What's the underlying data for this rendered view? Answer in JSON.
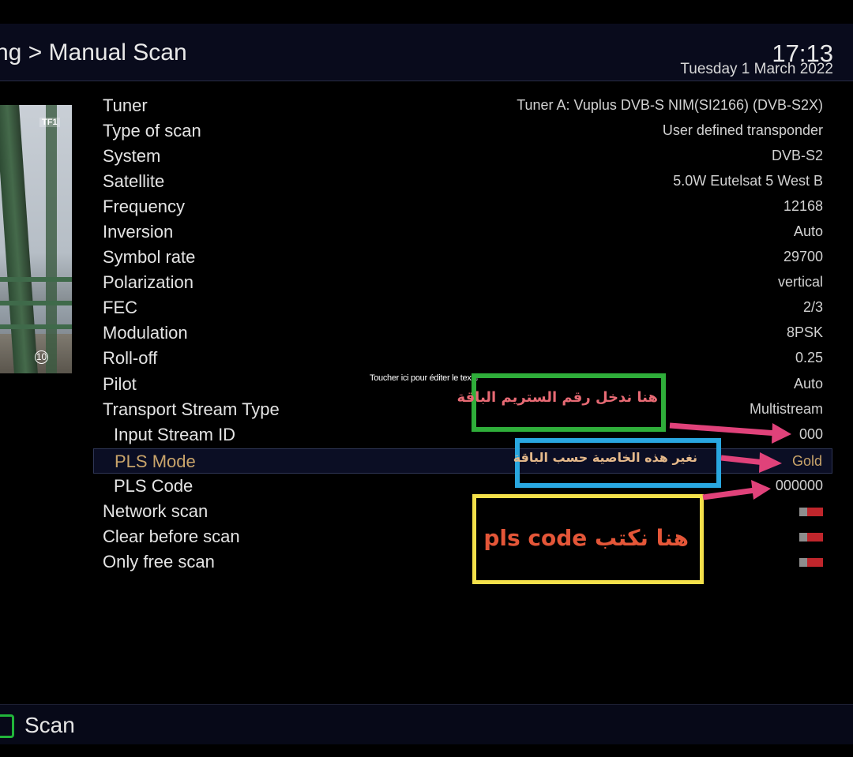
{
  "header": {
    "title": "ng > Manual Scan",
    "time": "17:13",
    "date": "Tuesday  1 March 2022"
  },
  "preview": {
    "channel_logo": "TF1",
    "age_rating": "10"
  },
  "settings": [
    {
      "label": "Tuner",
      "value": "Tuner A: Vuplus DVB-S NIM(SI2166) (DVB-S2X)"
    },
    {
      "label": "Type of scan",
      "value": "User defined transponder"
    },
    {
      "label": "System",
      "value": "DVB-S2"
    },
    {
      "label": "Satellite",
      "value": "5.0W Eutelsat 5 West B"
    },
    {
      "label": "Frequency",
      "value": "12168"
    },
    {
      "label": "Inversion",
      "value": "Auto"
    },
    {
      "label": "Symbol rate",
      "value": "29700"
    },
    {
      "label": "Polarization",
      "value": "vertical"
    },
    {
      "label": "FEC",
      "value": "2/3"
    },
    {
      "label": "Modulation",
      "value": "8PSK"
    },
    {
      "label": "Roll-off",
      "value": "0.25"
    },
    {
      "label": "Pilot",
      "value": "Auto"
    },
    {
      "label": "Transport Stream Type",
      "value": "Multistream"
    },
    {
      "label": "Input Stream ID",
      "value": "000"
    },
    {
      "label": "PLS Mode",
      "value": "Gold"
    },
    {
      "label": "PLS Code",
      "value": "000000"
    },
    {
      "label": "Network scan",
      "toggle": "off"
    },
    {
      "label": "Clear before scan",
      "toggle": "off"
    },
    {
      "label": "Only free scan",
      "toggle": "off"
    }
  ],
  "footer": {
    "scan_label": "Scan",
    "key_color": "#21b53a"
  },
  "annotations": {
    "edit_hint": "Toucher ici pour éditer le texte",
    "green_note": "هنا ندخل رقم الستريم الباقة",
    "blue_note": "نغير هذه الخاصية حسب الباقة",
    "yellow_note": "هنا نكتب pls code"
  },
  "colors": {
    "selected_text": "#c9a46a",
    "toggle_on": "#c0262c",
    "arrow": "#e0427a",
    "green_box": "#2fae3a",
    "blue_box": "#29a7e0",
    "yellow_box": "#f4e04a"
  }
}
